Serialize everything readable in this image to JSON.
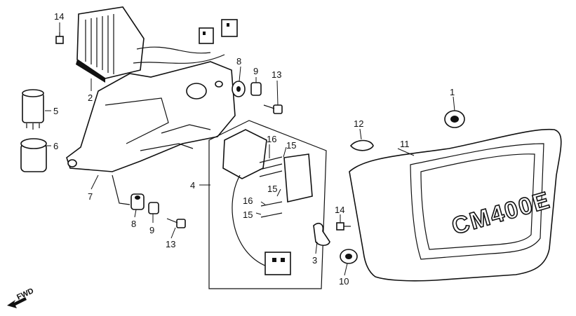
{
  "diagram": {
    "callouts": [
      {
        "num": "1"
      },
      {
        "num": "2"
      },
      {
        "num": "3"
      },
      {
        "num": "4"
      },
      {
        "num": "5"
      },
      {
        "num": "6"
      },
      {
        "num": "7"
      },
      {
        "num": "8"
      },
      {
        "num": "8"
      },
      {
        "num": "9"
      },
      {
        "num": "9"
      },
      {
        "num": "10"
      },
      {
        "num": "11"
      },
      {
        "num": "12"
      },
      {
        "num": "13"
      },
      {
        "num": "13"
      },
      {
        "num": "14"
      },
      {
        "num": "14"
      },
      {
        "num": "15"
      },
      {
        "num": "15"
      },
      {
        "num": "15"
      },
      {
        "num": "16"
      },
      {
        "num": "16"
      }
    ],
    "direction_label": "FWD",
    "cover_emblem": "CM400E"
  }
}
